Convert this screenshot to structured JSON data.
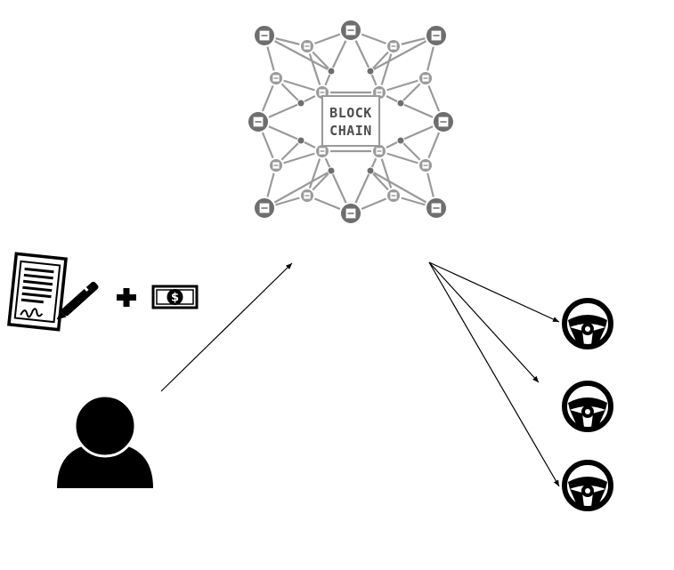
{
  "blockchain": {
    "label_line1": "BLOCK",
    "label_line2": "CHAIN"
  },
  "icons": {
    "blockchain": "blockchain-network-icon",
    "contract": "signed-contract-icon",
    "plus": "plus-icon",
    "money": "dollar-bill-icon",
    "user": "user-icon",
    "driver": "steering-wheel-icon"
  },
  "drivers_count": 3,
  "colors": {
    "ink": "#000000",
    "network_dark": "#6e6e6e",
    "network_light": "#9a9a9a"
  }
}
